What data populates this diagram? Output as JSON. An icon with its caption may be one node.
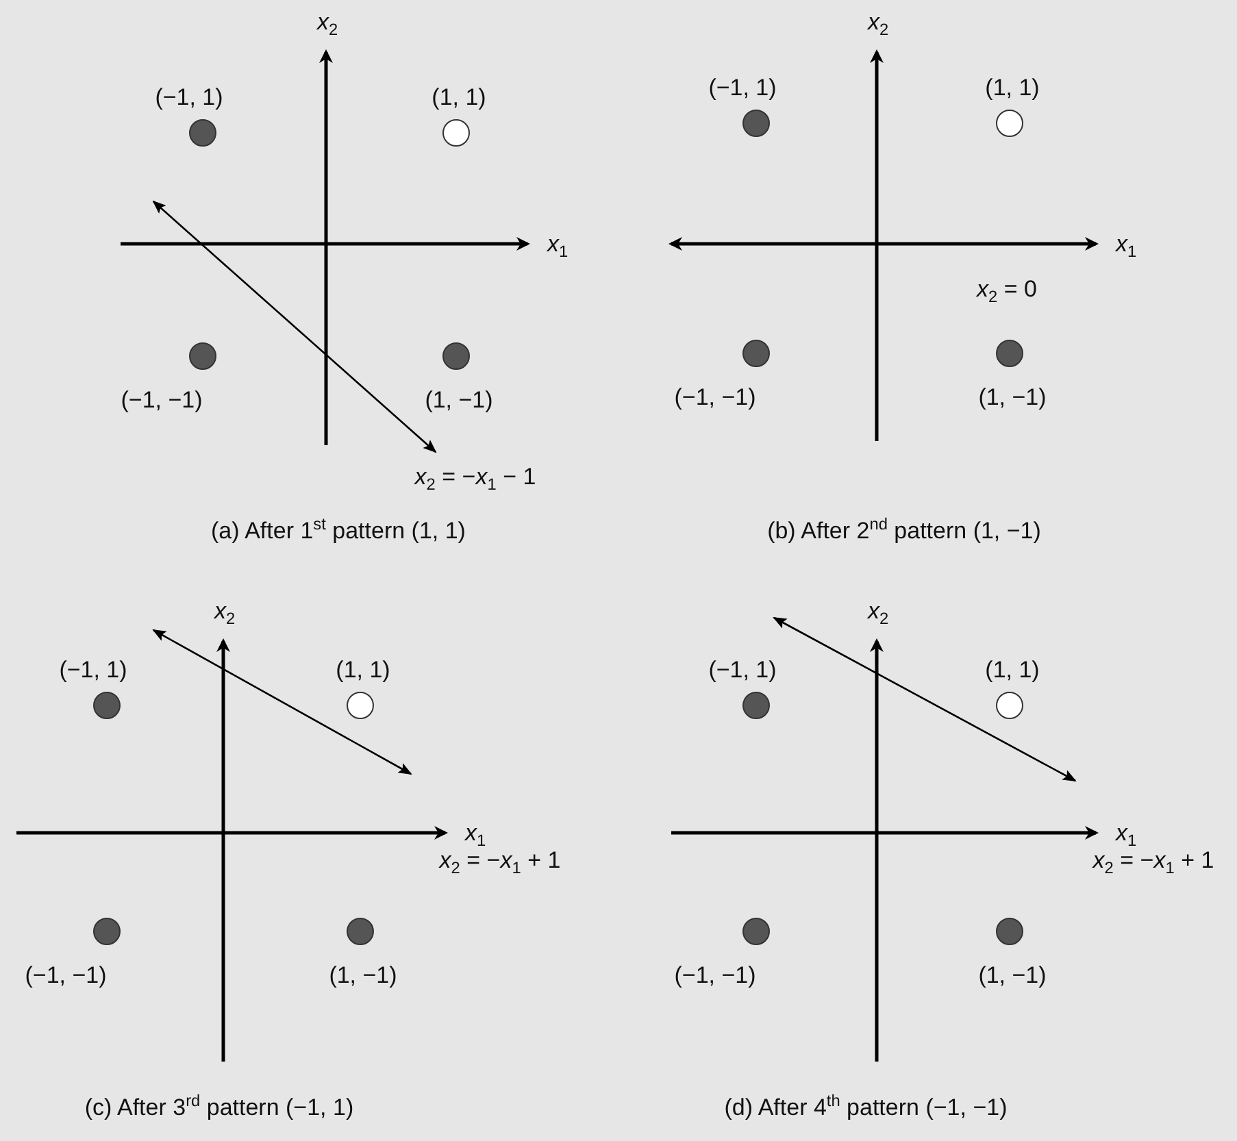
{
  "diagram": {
    "nodes": [
      {
        "text": [],
        "shape": "circle",
        "beside": [
          "(−1, 1)"
        ]
      },
      {
        "text": [],
        "shape": "circle",
        "beside": [
          "(1, 1)"
        ]
      },
      {
        "text": [],
        "shape": "circle",
        "beside": [
          "(−1, −1)"
        ]
      },
      {
        "text": [],
        "shape": "circle",
        "beside": [
          "(1, −1)"
        ]
      },
      {
        "text": [],
        "shape": "circle",
        "beside": [
          "(−1, 1)"
        ]
      },
      {
        "text": [],
        "shape": "circle",
        "beside": [
          "(1, 1)"
        ]
      },
      {
        "text": [],
        "shape": "circle",
        "beside": [
          "(−1, −1)"
        ]
      },
      {
        "text": [],
        "shape": "circle",
        "beside": [
          "(1, −1)"
        ]
      },
      {
        "text": [],
        "shape": "circle",
        "beside": [
          "(−1, 1)"
        ]
      },
      {
        "text": [],
        "shape": "circle",
        "beside": [
          "(1, 1)"
        ]
      },
      {
        "text": [],
        "shape": "circle",
        "beside": [
          "(−1, −1)"
        ]
      },
      {
        "text": [],
        "shape": "circle",
        "beside": [
          "(1, −1)"
        ]
      },
      {
        "text": [],
        "shape": "circle",
        "beside": [
          "(−1, 1)"
        ]
      },
      {
        "text": [],
        "shape": "circle",
        "beside": [
          "(1, 1)"
        ]
      },
      {
        "text": [],
        "shape": "circle",
        "beside": [
          "(−1, −1)"
        ]
      },
      {
        "text": [],
        "shape": "circle",
        "beside": [
          "(1, −1)"
        ]
      }
    ],
    "edges": [],
    "labels": [
      "*x*$_{2}$",
      "*x*$_{1}$",
      "*x*$_{2}$ = −*x*$_{1}$ − 1",
      "(a) After 1$^{st}$ pattern (1, 1)",
      "*x*$_{2}$",
      "*x*$_{1}$",
      "*x*$_{2}$ = 0",
      "(b) After 2$^{nd}$ pattern (1, −1)",
      "*x*$_{2}$",
      "*x*$_{1}$",
      "*x*$_{2}$ = −*x*$_{1}$ + 1",
      "(c) After 3$^{rd}$ pattern (−1, 1)",
      "*x*$_{2}$",
      "*x*$_{1}$",
      "*x*$_{2}$ = −*x*$_{1}$ + 1",
      "(d) After 4$^{th}$ pattern (−1, −1)"
    ]
  }
}
